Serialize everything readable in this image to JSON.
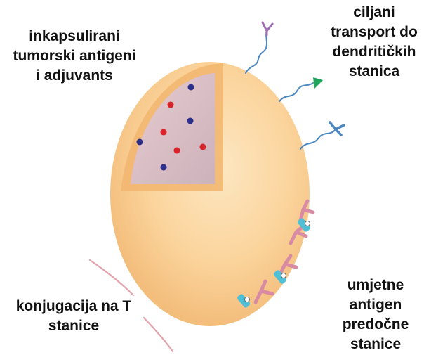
{
  "labels": {
    "top_left": "inkapsulirani\ntumorski antigeni\ni adjuvants",
    "top_right": "ciljani\ntransport do\ndendritičkih\nstanica",
    "bottom_left": "konjugacija na T\nstanice",
    "bottom_right": "umjetne\nantigen\npredočne\nstanice"
  },
  "colors": {
    "particle_light": "#fde2b6",
    "particle_mid": "#f9cf92",
    "particle_dark": "#f3b66e",
    "cutaway": "#d9c2c8",
    "red_dot": "#d8232a",
    "blue_dot": "#2b2f8a",
    "antibody_pink": "#d88ba3",
    "antibody_cyan": "#4fc0d6",
    "tether_blue": "#4a86c0",
    "ligand_purple": "#9a6bb2",
    "ligand_green": "#1fa55b",
    "tcell_pink": "#e3a3ad"
  }
}
